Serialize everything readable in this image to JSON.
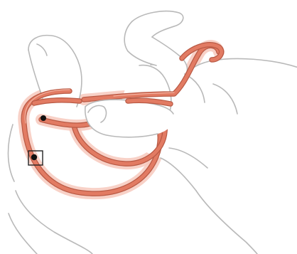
{
  "illustration": {
    "subject": "knot-tying-hands",
    "colors": {
      "rope": "#e27b63",
      "rope_outline": "#b95a45",
      "rope_glow": "#f7c9bd",
      "hand_outline": "#b9b9b9",
      "background": "#ffffff",
      "marker": "#111111"
    },
    "markers": [
      {
        "shape": "dot"
      },
      {
        "shape": "boxed-dot"
      }
    ]
  }
}
